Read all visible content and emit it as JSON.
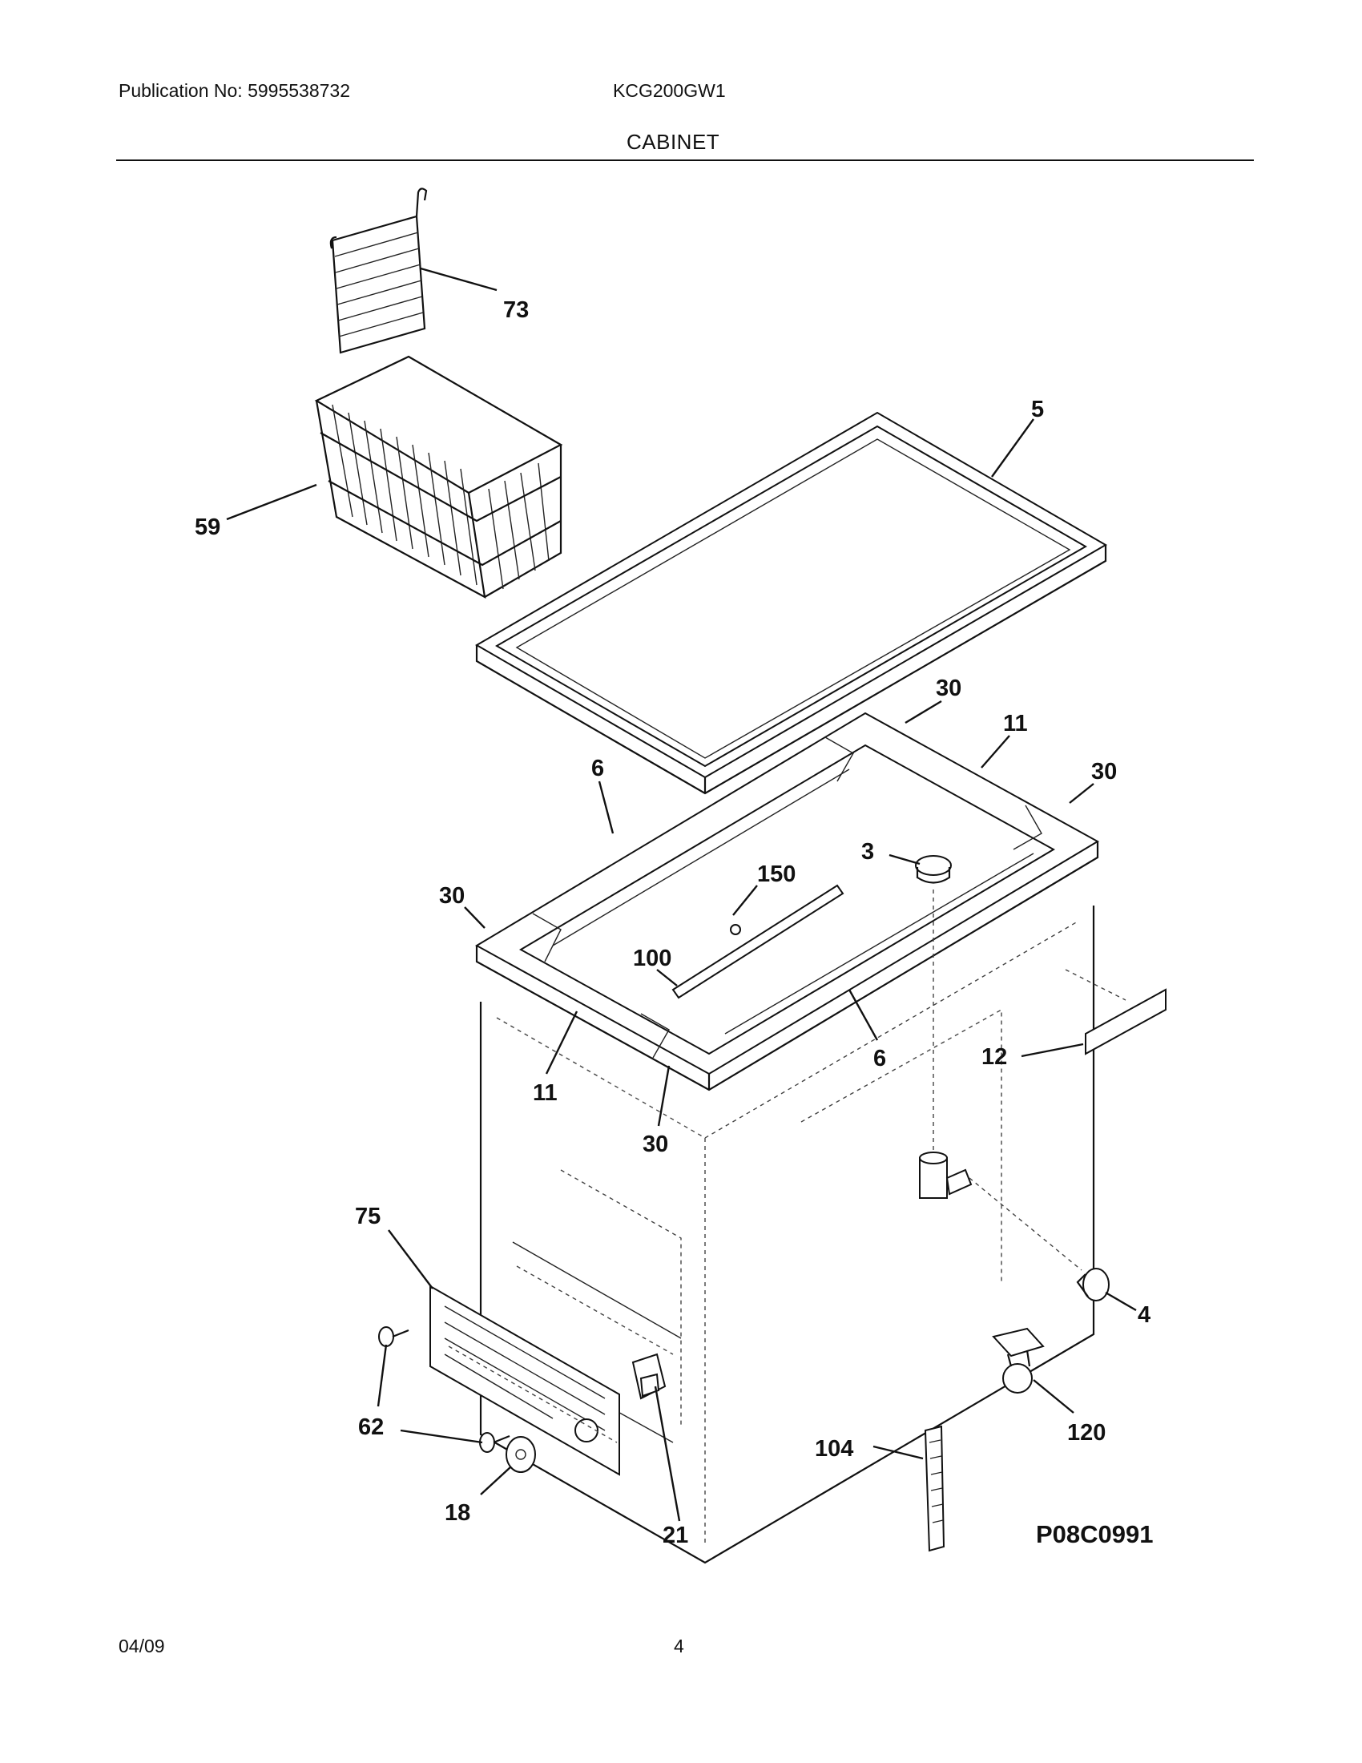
{
  "header": {
    "publication": "Publication No: 5995538732",
    "model": "KCG200GW1",
    "section": "CABINET"
  },
  "footer": {
    "date": "04/09",
    "page": "4"
  },
  "diagram": {
    "code": "P08C0991",
    "callouts": [
      "73",
      "59",
      "5",
      "30",
      "11",
      "30",
      "6",
      "3",
      "150",
      "30",
      "100",
      "6",
      "12",
      "11",
      "30",
      "75",
      "4",
      "120",
      "62",
      "104",
      "18",
      "21"
    ]
  }
}
